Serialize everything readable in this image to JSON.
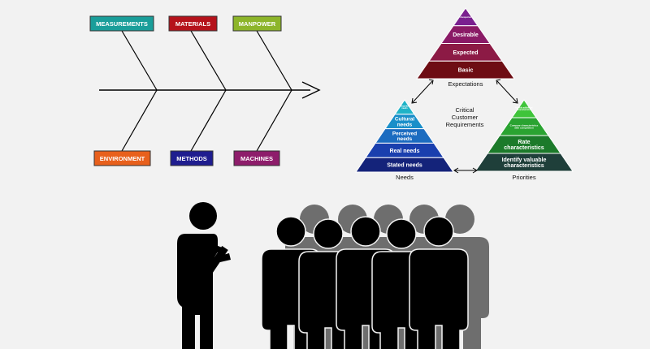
{
  "fishbone": {
    "top_categories": [
      {
        "label": "MEASUREMENTS",
        "color": "#1a9e9a"
      },
      {
        "label": "MATERIALS",
        "color": "#b5121b"
      },
      {
        "label": "MANPOWER",
        "color": "#8db52a"
      }
    ],
    "bottom_categories": [
      {
        "label": "ENVIRONMENT",
        "color": "#e8601c"
      },
      {
        "label": "METHODS",
        "color": "#1f1d8f"
      },
      {
        "label": "MACHINES",
        "color": "#8e1d6b"
      }
    ]
  },
  "expectations_pyramid": {
    "caption": "Expectations",
    "tiers": [
      {
        "label": "Unexpected",
        "color": "#7a1f8f"
      },
      {
        "label": "Desirable",
        "color": "#8a1a66"
      },
      {
        "label": "Expected",
        "color": "#8c1a45"
      },
      {
        "label": "Basic",
        "color": "#6e0d14"
      }
    ]
  },
  "needs_pyramid": {
    "caption": "Needs",
    "tiers": [
      {
        "label": "Unspoken needs",
        "color": "#1fb3c7"
      },
      {
        "label": "Cultural needs",
        "color": "#1a8fc9"
      },
      {
        "label": "Perceived needs",
        "color": "#1c6cc0"
      },
      {
        "label": "Real needs",
        "color": "#1a3fae"
      },
      {
        "label": "Stated needs",
        "color": "#14237a"
      }
    ]
  },
  "priorities_pyramid": {
    "caption": "Priorities",
    "tiers": [
      {
        "label": "Identify additional characteristics",
        "color": "#3fc43a"
      },
      {
        "label": "Compare characteristics with competition",
        "color": "#2aa331"
      },
      {
        "label": "Rate characteristics",
        "color": "#1c7a2a"
      },
      {
        "label": "Identify valuable characteristics",
        "color": "#1f3f3a"
      }
    ]
  },
  "center_text": {
    "line1": "Critical",
    "line2": "Customer",
    "line3": "Requirements"
  },
  "colors": {
    "background": "#f2f2f2",
    "figure_black": "#000000",
    "figure_gray": "#6e6e6e"
  }
}
